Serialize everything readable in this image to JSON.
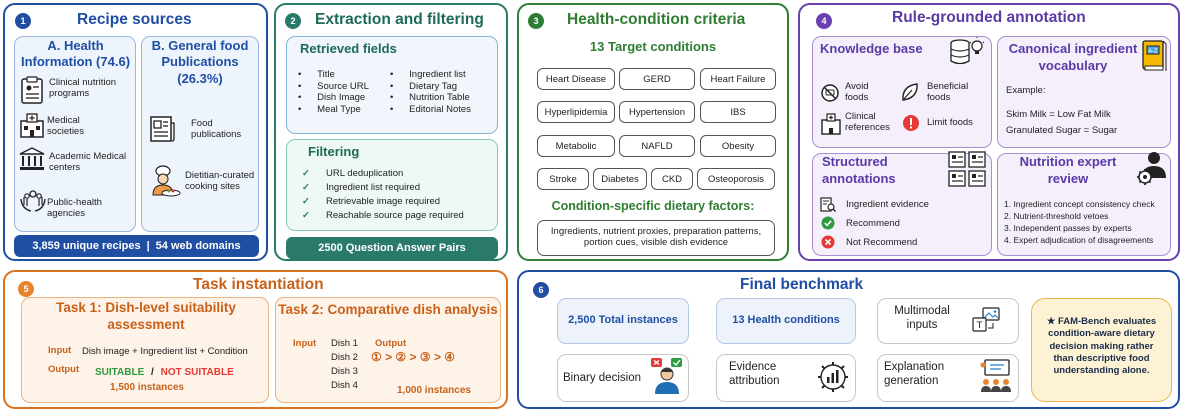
{
  "panel1": {
    "num": "1",
    "title": "Recipe sources",
    "a_title": "A. Health Information (74.6)",
    "a_items": [
      "Clinical nutrition programs",
      "Medical societies",
      "Academic Medical centers",
      "Public-health agencies"
    ],
    "b_title": "B.  General food Publications (26.3%)",
    "b_items": [
      "Food publications",
      "Dietitian-curated cooking sites"
    ],
    "footer_left": "3,859 unique recipes",
    "footer_sep": "|",
    "footer_right": "54 web domains",
    "color": "#1f4ea3"
  },
  "panel2": {
    "num": "2",
    "title": "Extraction and filtering",
    "retrieved_title": "Retrieved fields",
    "fields_left": [
      "Title",
      "Source URL",
      "Dish Image",
      "Meal Type"
    ],
    "fields_right": [
      "Ingredient list",
      "Dietary Tag",
      "Nutrition Table",
      "Editorial Notes"
    ],
    "filtering_title": "Filtering",
    "filters": [
      "URL deduplication",
      "Ingredient list required",
      "Retrievable image required",
      "Reachable source page required"
    ],
    "footer": "2500 Question Answer Pairs",
    "color": "#2a7a6a"
  },
  "panel3": {
    "num": "3",
    "title": "Health-condition criteria",
    "subtitle": "13 Target conditions",
    "conditions_row1": [
      "Heart Disease",
      "GERD",
      "Heart Failure"
    ],
    "conditions_row2": [
      "Hyperlipidemia",
      "Hypertension",
      "IBS"
    ],
    "conditions_row3": [
      "Metabolic",
      "NAFLD",
      "Obesity"
    ],
    "conditions_row4": [
      "Stroke",
      "Diabetes",
      "CKD",
      "Osteoporosis"
    ],
    "factors_title": "Condition-specific dietary factors:",
    "factors_text": "Ingredients, nutrient proxies, preparation patterns, portion cues, visible dish evidence",
    "color": "#2e7d32"
  },
  "panel4": {
    "num": "4",
    "title": "Rule-grounded annotation",
    "kb_title": "Knowledge base",
    "kb_avoid": "Avoid foods",
    "kb_beneficial": "Beneficial foods",
    "kb_clinical": "Clinical references",
    "kb_limit": "Limit foods",
    "vocab_title": "Canonical ingredient vocabulary",
    "vocab_example": "Example:",
    "vocab_line1": "Skim Milk = Low Fat Milk",
    "vocab_line2": "Granulated Sugar = Sugar",
    "struct_title": "Structured annotations",
    "struct_items": [
      "Ingredient evidence",
      "Recommend",
      "Not Recommend"
    ],
    "review_title": "Nutrition expert review",
    "review_items": [
      "1. Ingredient concept consistency check",
      "2. Nutrient-threshold vetoes",
      "3. Independent passes by experts",
      "4. Expert adjudication of disagreements"
    ],
    "color": "#6a3fb0"
  },
  "panel5": {
    "num": "5",
    "title": "Task instantiation",
    "task1_title": "Task 1: Dish-level suitability assessment",
    "task1_input_label": "Input",
    "task1_input": "Dish image + Ingredient list + Condition",
    "task1_output_label": "Output",
    "task1_suitable": "SUITABLE",
    "task1_slash": "/",
    "task1_not": "NOT SUITABLE",
    "task1_count": "1,500 instances",
    "task2_title": "Task 2: Comparative dish analysis",
    "task2_input_label": "Input",
    "task2_dishes": [
      "Dish 1",
      "Dish 2",
      "Dish 3",
      "Dish 4"
    ],
    "task2_output_label": "Output",
    "task2_output": "① > ② > ③ > ④",
    "task2_count": "1,000 instances",
    "color": "#d9731f"
  },
  "panel6": {
    "num": "6",
    "title": "Final benchmark",
    "total": "2,500 Total instances",
    "conditions": "13 Health conditions",
    "multimodal": "Multimodal inputs",
    "binary": "Binary decision",
    "evidence": "Evidence attribution",
    "explanation": "Explanation generation",
    "note": "★ FAM-Bench evaluates condition-aware dietary decision making rather than descriptive food understanding alone.",
    "color": "#1f4ea3"
  }
}
